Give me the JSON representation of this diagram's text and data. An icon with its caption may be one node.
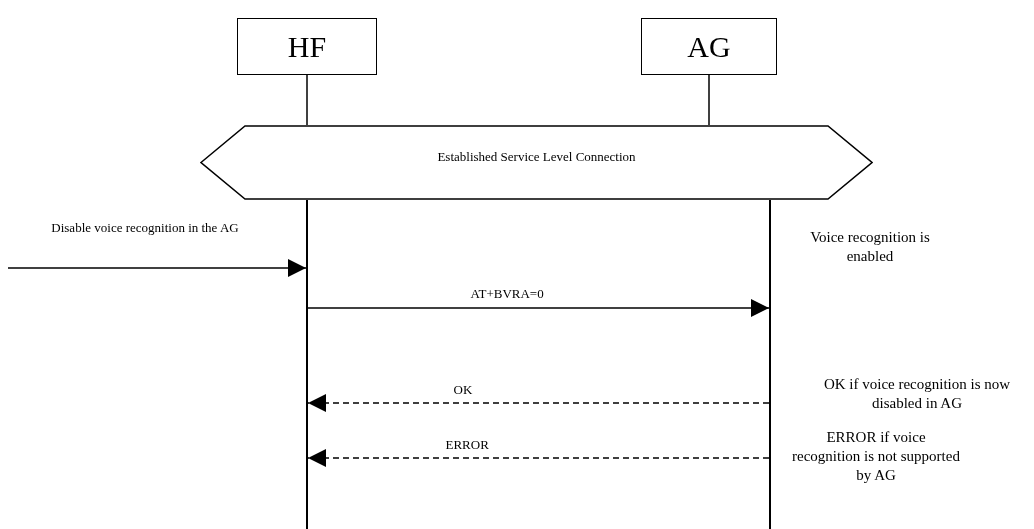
{
  "diagram": {
    "nodes": [
      {
        "text": [
          "HF"
        ]
      },
      {
        "text": [
          "AG"
        ]
      },
      {
        "text": [
          "Established Service Level Connection"
        ]
      },
      {
        "text": [],
        "shape": "bar"
      },
      {
        "text": [],
        "shape": "bar"
      }
    ],
    "edges": [
      {
        "from": 0,
        "to": 2,
        "arrow": "none"
      },
      {
        "from": 1,
        "to": 2,
        "arrow": "none"
      },
      {
        "from": null,
        "to": 3,
        "arrow": "to",
        "label": "Disable voice recognition in the AG"
      },
      {
        "from": 3,
        "to": 4,
        "arrow": "to",
        "label": "AT+BVRA=0"
      },
      {
        "from": 4,
        "to": 3,
        "arrow": "to",
        "label": "OK",
        "style": "dashed"
      },
      {
        "from": 4,
        "to": 3,
        "arrow": "to",
        "label": "ERROR",
        "style": "dashed"
      }
    ],
    "labels": [
      "Voice recognition is enabled",
      "OK if voice recognition is now disabled in AG",
      "ERROR if voice recognition is not supported by AG"
    ]
  }
}
